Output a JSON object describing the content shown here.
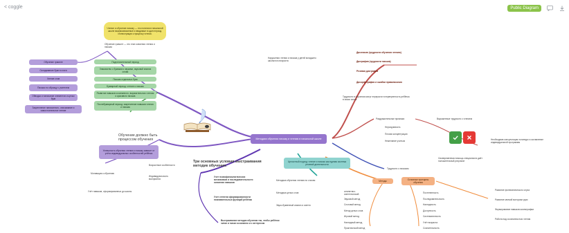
{
  "app": {
    "brand": "< coggle",
    "presentation_button": "Public Diagram",
    "icons": [
      "comment-icon",
      "download-icon"
    ]
  },
  "colors": {
    "purple": "#b39ddb",
    "green": "#a5d6a7",
    "teal": "#8fd3cf",
    "yellow": "#f0e26a",
    "orange": "#f4b183",
    "red_branch": "#c0504d",
    "accent": "#8bc34a"
  },
  "nodes": {
    "center": "Методики обучения письму и чтению в начальной школе",
    "yellow_note": "Чтение и обучение письму — это понятия в начальной школе взаимосвязанные и вводимые в один период. Иллюстрация к процессу чтения.",
    "left_a1": "Обучение грамоте",
    "left_a2": "Складывание букв в слоги",
    "left_a3": "Чтение слов",
    "left_a4": "Письмо по образцу с учителем",
    "left_a5": "Обводка и написание элементов и целых букв",
    "left_a6": "Закрепление написанного, списывание и самостоятельное чтение",
    "left_b_title": "Обучение грамоте — это этап освоения чтения и письма",
    "left_b1": "Подготовительный период",
    "left_b2": "Знакомство с буквами и звуками, звуковой анализ слова",
    "left_b3": "Письмо отдельных букв",
    "left_b4": "Букварный период: чтение и письмо",
    "left_b5": "Развитие навыков осознанного, выразительного чтения и красивого письма",
    "left_b6": "Послебукварный период: закрепление навыков чтения и письма",
    "left_c_title": "Обучение должно быть процессом обучения",
    "left_c_box": "Успешность обучения чтению и письму зависит от учёта индивидуальных особенностей ребёнка",
    "left_c1": "Возрастные особенности",
    "left_c2": "Мотивация к обучению",
    "left_c3": "Индивидуальность восприятия",
    "left_c4": "Учёт навыков, сформированных до школы",
    "mid_title": "Три основных условия выстраивания методик обучения:",
    "mid_1": "Учет психофизиологических механизмов и последовательности освоения навыков",
    "mid_2": "Учет степени сформированности познавательных функций ребёнка",
    "mid_3": "Выстраивание методик обучения так, чтобы ребёнок читал и писал осознанно и с интересом",
    "teal_main": "Целостный подход: чтение и письмо как единая система речевой деятельности",
    "teal_1": "Методика обучения чтению по слогам",
    "teal_2": "Методика целых слов",
    "teal_3": "Звуко-буквенный анализ и синтез",
    "red_intro": "Нарушения чтения и письма у детей младшего школьного возраста",
    "red_1": "Дислексия (трудности обучения чтению)",
    "red_2": "Дисграфия (трудности письма)",
    "red_3": "Речевая дисграфия",
    "red_4": "Дисорфография и ошибки правописания",
    "red_sub": "Трудности в обучении могут перерасти в неуверенность ребёнка в своих силах",
    "red_mid": "Раздражительные признаки",
    "red_mid_1": "Неусидчивость",
    "red_mid_2": "Плохая концентрация",
    "red_mid_3": "Нежелание учиться",
    "red_right_1": "Трудности с письмом",
    "red_right_2": "Выраженные трудности с чтением",
    "red_right_note": "Необходима консультация логопеда и составление индивидуальной программы",
    "ok_note": "Своевременная помощь специалиста даёт положительный результат",
    "orange_1": "Методы",
    "orange_2": "Основные принципы обучения",
    "orange_l": [
      "Аналитико-синтетический",
      "Звуковой метод",
      "Слоговой метод",
      "Метод целых слов",
      "Игровой метод",
      "Наглядный метод",
      "Практический метод"
    ],
    "orange_r": [
      "Постепенность",
      "Последовательность",
      "Наглядность",
      "Доступность",
      "Систематичность",
      "Учёт возраста",
      "Сознательность"
    ],
    "orange_far": [
      "Развитие фонематического слуха",
      "Развитие мелкой моторики руки",
      "Формирование навыков каллиграфии",
      "Работа над осознанностью чтения"
    ]
  }
}
